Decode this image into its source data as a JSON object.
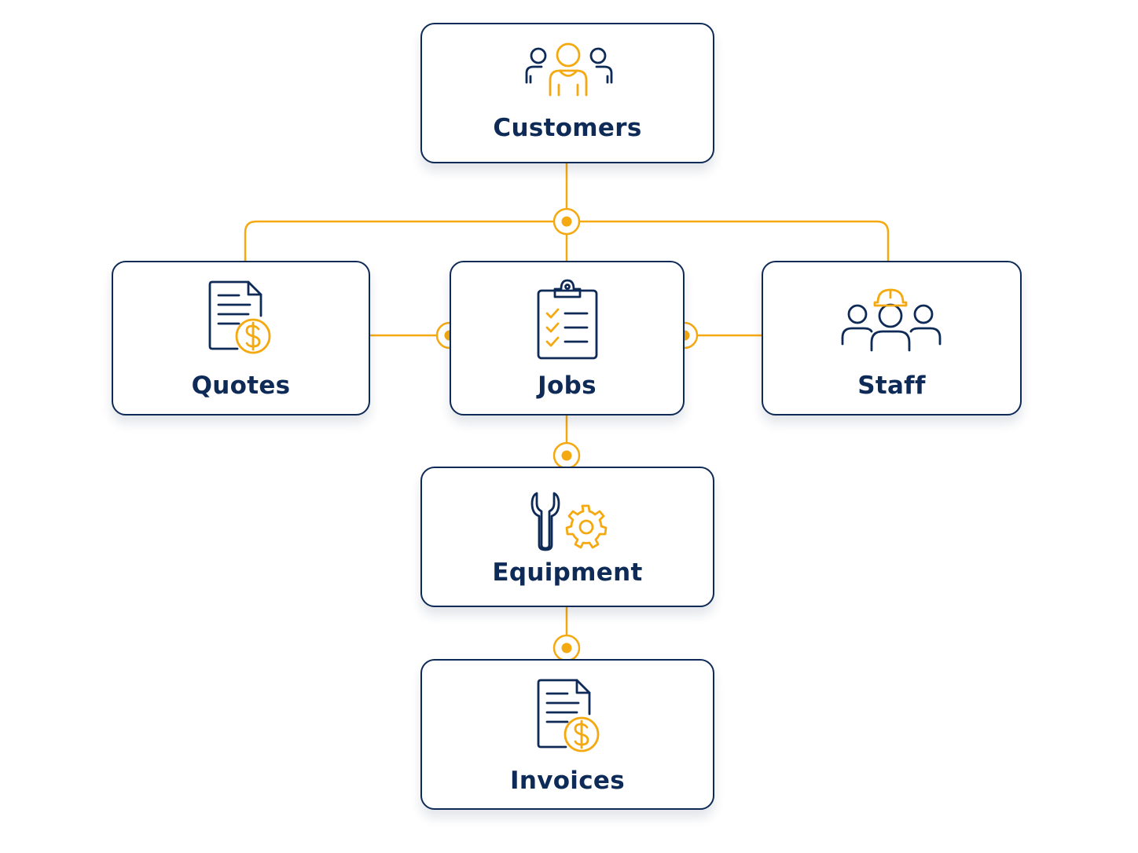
{
  "colors": {
    "ink": "#0e2a56",
    "accent": "#f5a911",
    "background": "#ffffff"
  },
  "nodes": {
    "customers": {
      "label": "Customers",
      "icon": "customers-group-icon"
    },
    "quotes": {
      "label": "Quotes",
      "icon": "document-dollar-icon"
    },
    "jobs": {
      "label": "Jobs",
      "icon": "clipboard-checklist-icon"
    },
    "staff": {
      "label": "Staff",
      "icon": "staff-hardhat-icon"
    },
    "equipment": {
      "label": "Equipment",
      "icon": "wrench-gear-icon"
    },
    "invoices": {
      "label": "Invoices",
      "icon": "document-dollar-icon"
    }
  },
  "edges": [
    {
      "from": "Customers",
      "to": "Quotes"
    },
    {
      "from": "Customers",
      "to": "Jobs"
    },
    {
      "from": "Customers",
      "to": "Staff"
    },
    {
      "from": "Quotes",
      "to": "Jobs"
    },
    {
      "from": "Jobs",
      "to": "Staff"
    },
    {
      "from": "Jobs",
      "to": "Equipment"
    },
    {
      "from": "Equipment",
      "to": "Invoices"
    }
  ]
}
